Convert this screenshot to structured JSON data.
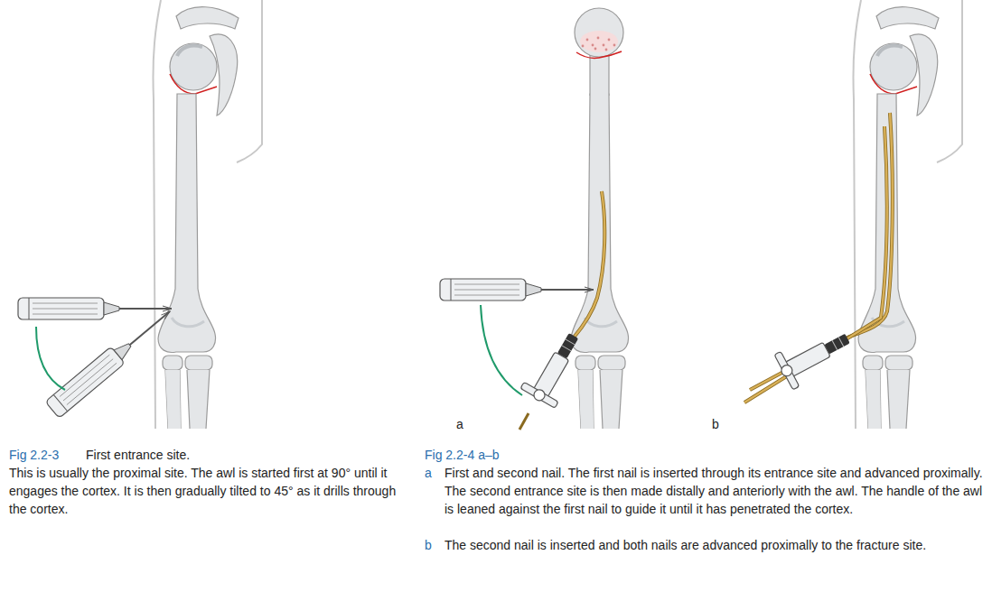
{
  "diagram": {
    "labels": [
      "Fig 2.2-3",
      "First entrance site.",
      "This is usually the proximal site. The awl is started first at 90° until it engages the cortex. It is then gradually tilted to 45° as it drills through the cortex.",
      "Fig 2.2-4 a–b",
      "a",
      "First and second nail. The first nail is inserted through its entrance site and advanced proximally. The second entrance site is then made distally and anteriorly with the awl. The handle of the awl is leaned against the first nail to guide it until it has penetrated the cortex.",
      "b",
      "The second nail is inserted and both nails are advanced proximally to the fracture site.",
      "a",
      "b"
    ]
  }
}
